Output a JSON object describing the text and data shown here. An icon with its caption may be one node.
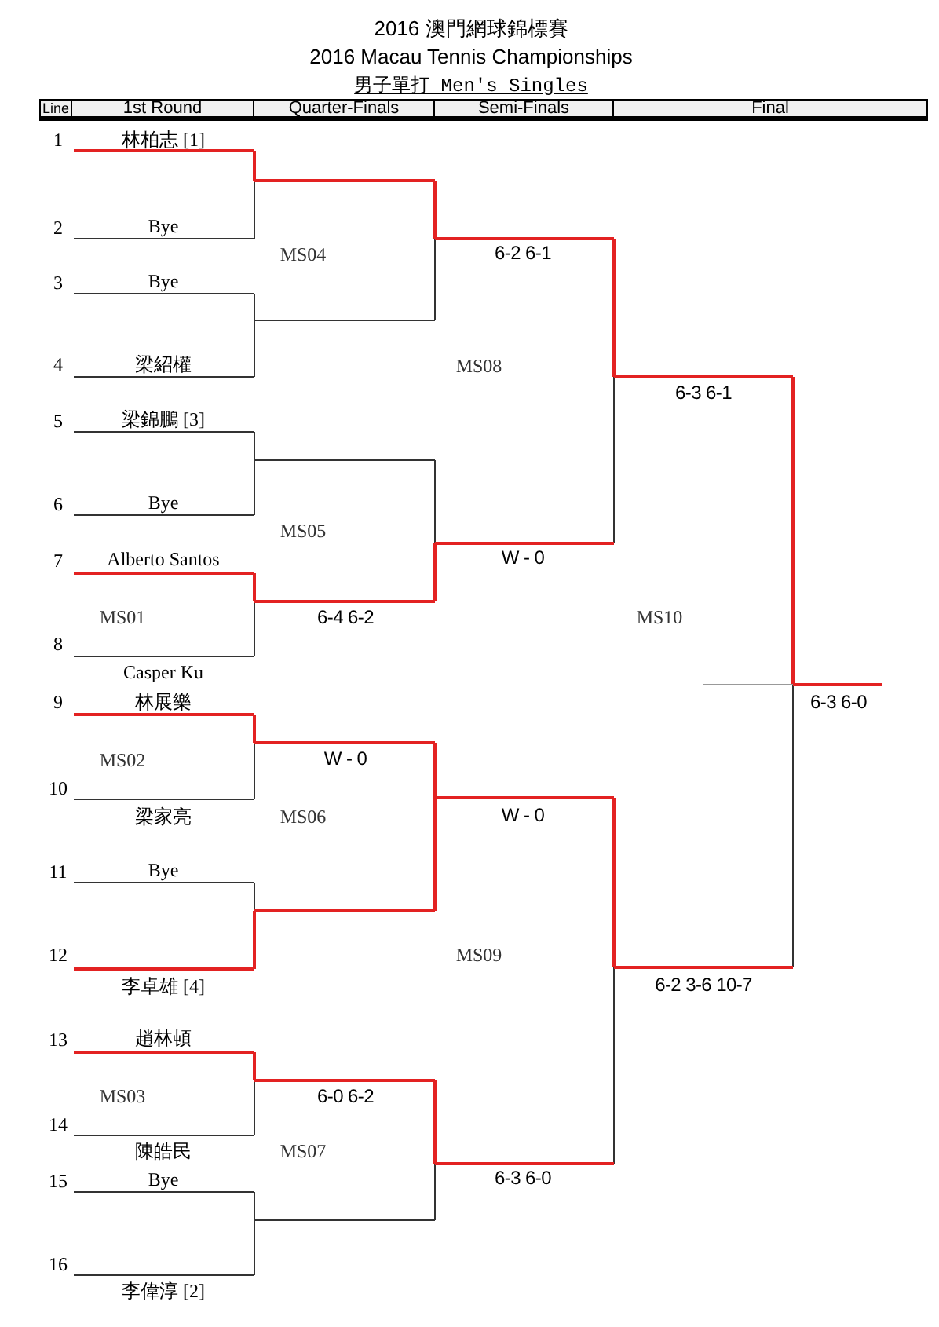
{
  "diagram": {
    "title": "2016 澳門網球錦標賽",
    "labels": [
      "2016 Macau Tennis Championships",
      "男子單打 Men's Singles",
      "Line",
      "1st Round",
      "Quarter-Finals",
      "Semi-Finals",
      "Final",
      "1",
      "林柏志 [1]",
      "2",
      "Bye",
      "MS04",
      "6-2 6-1",
      "3",
      "Bye",
      "4",
      "梁紹權",
      "MS08",
      "6-3 6-1",
      "5",
      "梁錦鵬 [3]",
      "6",
      "Bye",
      "MS05",
      "7",
      "Alberto Santos",
      "W - 0",
      "MS01",
      "6-4 6-2",
      "MS10",
      "8",
      "Casper Ku",
      "9",
      "林展樂",
      "6-3 6-0",
      "MS02",
      "W - 0",
      "10",
      "梁家亮",
      "MS06",
      "W - 0",
      "11",
      "Bye",
      "12",
      "MS09",
      "李卓雄 [4]",
      "6-2 3-6 10-7",
      "13",
      "趙林頓",
      "MS03",
      "6-0 6-2",
      "14",
      "陳皓民",
      "MS07",
      "15",
      "Bye",
      "6-3 6-0",
      "16",
      "李偉淳 [2]"
    ]
  }
}
